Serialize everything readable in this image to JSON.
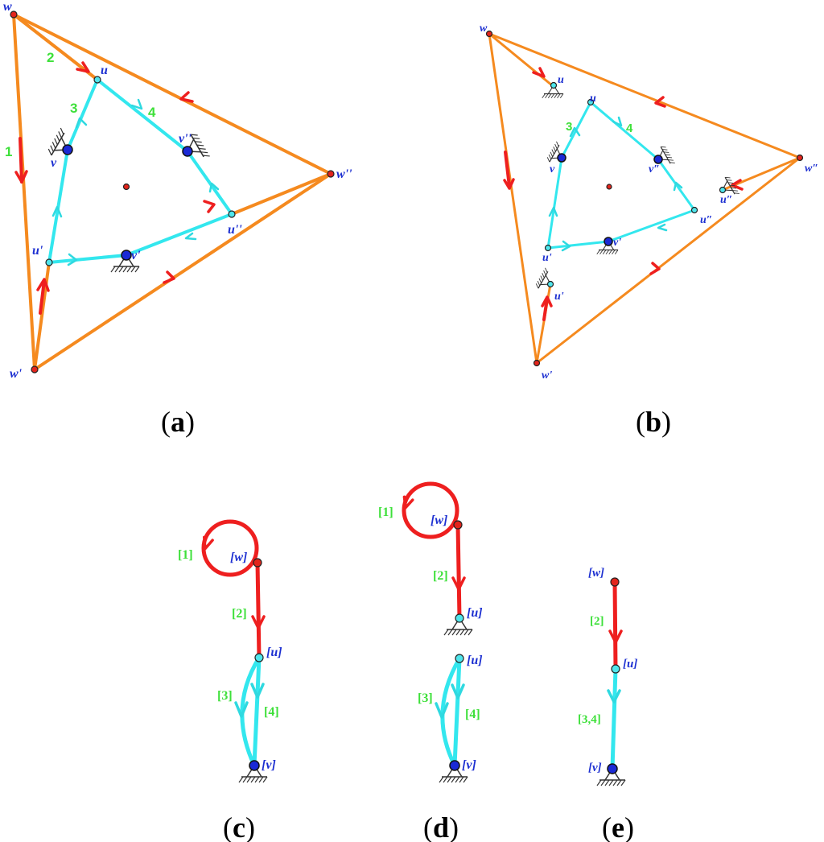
{
  "panels": {
    "a": {
      "caption": "a",
      "vertices": {
        "w": "w",
        "w1": "w'",
        "w2": "w''",
        "u": "u",
        "u1": "u'",
        "u2": "u''",
        "v": "v",
        "v1": "v'",
        "v2": "v''"
      },
      "edges": {
        "e1": "1",
        "e2": "2",
        "e3": "3",
        "e4": "4"
      }
    },
    "b": {
      "caption": "b",
      "vertices": {
        "w": "w",
        "w1": "w'",
        "w2": "w″",
        "u": "u",
        "u1": "u'",
        "u2": "u″",
        "v": "v",
        "v1": "v'",
        "v2": "v″"
      },
      "edges": {
        "e3": "3",
        "e4": "4"
      }
    },
    "c": {
      "caption": "c",
      "nodes": {
        "w": "w",
        "u": "u",
        "v": "v"
      },
      "edges": {
        "e1": "[1]",
        "e2": "[2]",
        "e3": "[3]",
        "e4": "[4]"
      }
    },
    "d": {
      "caption": "d",
      "nodes": {
        "w": "w",
        "u_top": "u",
        "u_bottom": "u",
        "v": "v"
      },
      "edges": {
        "e1": "[1]",
        "e2": "[2]",
        "e3": "[3]",
        "e4": "[4]"
      }
    },
    "e": {
      "caption": "e",
      "nodes": {
        "w": "w",
        "u": "u",
        "v": "v"
      },
      "edges": {
        "e2": "[2]",
        "e34": "[3,4]"
      }
    }
  },
  "colors": {
    "outer_edges": "#f58a1f",
    "inner_edges": "#33e7ee",
    "arrows": "#ee1f1f",
    "vertex_labels": "#1c2fd1",
    "edge_labels": "#3ee03a",
    "w_nodes": "#e3251c",
    "u_nodes": "#4fe6ec",
    "v_nodes": "#1b2ad6"
  }
}
